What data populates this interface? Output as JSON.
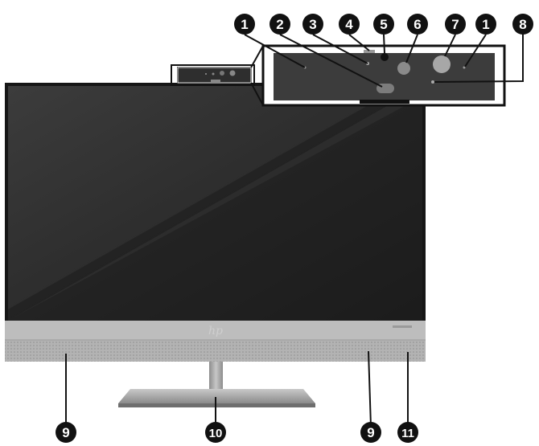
{
  "callouts": {
    "c1a": "1",
    "c2": "2",
    "c3": "3",
    "c4": "4",
    "c5": "5",
    "c6": "6",
    "c7": "7",
    "c1b": "1",
    "c8": "8",
    "c9a": "9",
    "c10": "10",
    "c9b": "9",
    "c11": "11"
  },
  "monitor": {
    "logo": "hp"
  },
  "colors": {
    "callout_fill": "#111111",
    "frame": "#2a2a2a",
    "speaker_bar": "#b9b9b9",
    "camera_panel": "#3a3a3a"
  }
}
